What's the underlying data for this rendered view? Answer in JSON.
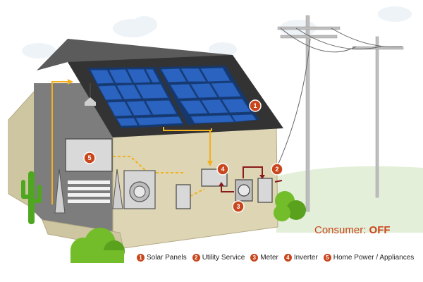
{
  "consumer": {
    "label": "Consumer:",
    "state": "OFF"
  },
  "components": [
    {
      "number": "1",
      "label": "Solar Panels"
    },
    {
      "number": "2",
      "label": "Utility Service"
    },
    {
      "number": "3",
      "label": "Meter"
    },
    {
      "number": "4",
      "label": "Inverter"
    },
    {
      "number": "5",
      "label": "Home Power / Appliances"
    }
  ],
  "colors": {
    "accent": "#c9451b",
    "wire": "#f3b01e",
    "panel": "#2a63c0",
    "flow_arrow": "#8b1a1a"
  }
}
